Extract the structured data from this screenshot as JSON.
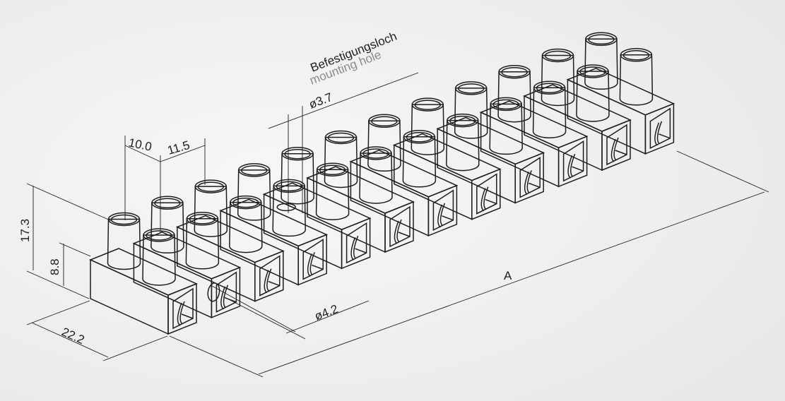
{
  "drawing": {
    "subject": "terminal-strip",
    "block_count": 12,
    "colors": {
      "background": "#eeeeee",
      "line": "#1e1e1e",
      "secondary_text": "#8a8a8a"
    }
  },
  "labels": {
    "mounting_hole_de": "Befestigungsloch",
    "mounting_hole_en": "mounting hole",
    "hole_diameter_top": "ø3.7",
    "hole_diameter_side": "ø4.2",
    "height_total": "17.3",
    "height_body": "8.8",
    "depth": "22.2",
    "tower_spacing": "10.0",
    "pitch": "11.5",
    "length": "A"
  }
}
